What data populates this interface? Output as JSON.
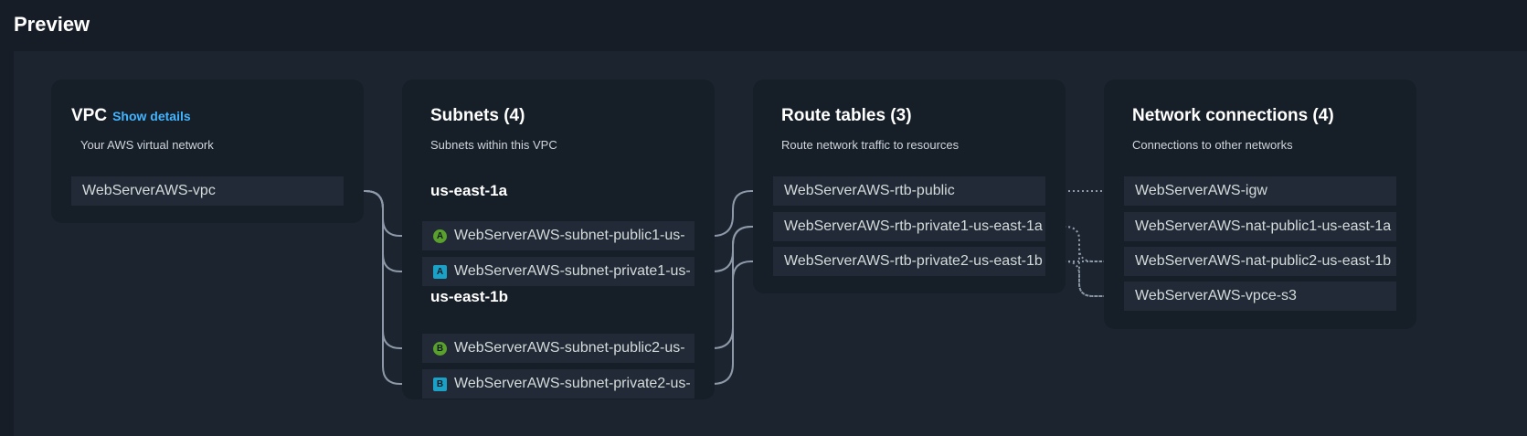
{
  "page": {
    "title": "Preview"
  },
  "vpc": {
    "title": "VPC",
    "show_details": "Show details",
    "subtitle": "Your AWS virtual network",
    "name": "WebServerAWS-vpc"
  },
  "subnets": {
    "title": "Subnets (4)",
    "subtitle": "Subnets within this VPC",
    "zones": [
      {
        "name": "us-east-1a",
        "items": [
          {
            "badge": "A",
            "type": "public",
            "label": "WebServerAWS-subnet-public1-us-"
          },
          {
            "badge": "A",
            "type": "private",
            "label": "WebServerAWS-subnet-private1-us-"
          }
        ]
      },
      {
        "name": "us-east-1b",
        "items": [
          {
            "badge": "B",
            "type": "public",
            "label": "WebServerAWS-subnet-public2-us-"
          },
          {
            "badge": "B",
            "type": "private",
            "label": "WebServerAWS-subnet-private2-us-"
          }
        ]
      }
    ]
  },
  "route_tables": {
    "title": "Route tables (3)",
    "subtitle": "Route network traffic to resources",
    "items": [
      "WebServerAWS-rtb-public",
      "WebServerAWS-rtb-private1-us-east-1a",
      "WebServerAWS-rtb-private2-us-east-1b"
    ]
  },
  "network_connections": {
    "title": "Network connections (4)",
    "subtitle": "Connections to other networks",
    "items": [
      "WebServerAWS-igw",
      "WebServerAWS-nat-public1-us-east-1a",
      "WebServerAWS-nat-public2-us-east-1b",
      "WebServerAWS-vpce-s3"
    ]
  },
  "colors": {
    "background": "#161d26",
    "canvas": "#1c2430",
    "card": "#161e28",
    "node": "#212a36",
    "link_accent": "#42b4ff",
    "public_badge": "#5aa02c",
    "private_badge": "#1ba0c6",
    "connector": "#8d99a8"
  }
}
